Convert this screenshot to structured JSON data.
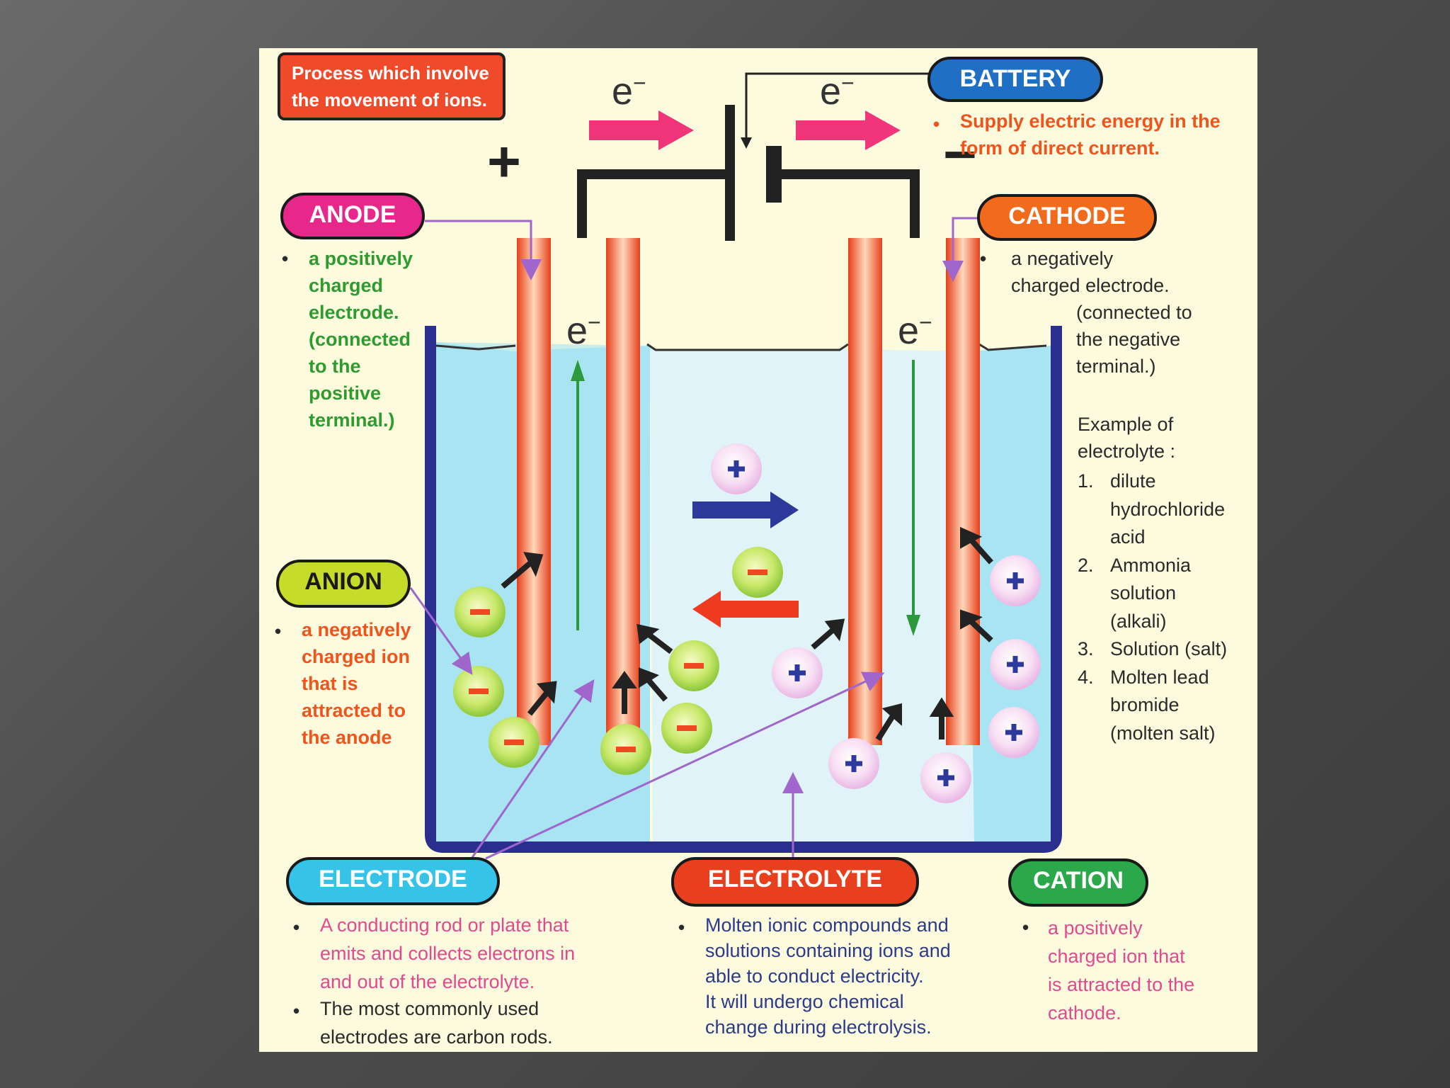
{
  "process_label": "Process which involve the movement of ions.",
  "electron_symbol": "e",
  "electron_sup": "−",
  "plus_sign": "+",
  "minus_sign": "−",
  "battery": {
    "title": "BATTERY",
    "desc": "Supply electric energy in the form of direct current."
  },
  "anode": {
    "title": "ANODE",
    "desc_lines": [
      "a positively",
      "charged",
      "electrode.",
      "(connected",
      "to the",
      "positive",
      "terminal.)"
    ]
  },
  "cathode": {
    "title": "CATHODE",
    "desc_lines": [
      "a negatively",
      "charged electrode."
    ],
    "desc_lines2": [
      "(connected to",
      "the negative",
      "terminal.)"
    ]
  },
  "examples": {
    "title_lines": [
      "Example of",
      "electrolyte :"
    ],
    "items": [
      {
        "num": "1.",
        "lines": [
          "dilute",
          "hydrochloride",
          "acid"
        ]
      },
      {
        "num": "2.",
        "lines": [
          "Ammonia",
          "solution",
          "(alkali)"
        ]
      },
      {
        "num": "3.",
        "lines": [
          "Solution (salt)"
        ]
      },
      {
        "num": "4.",
        "lines": [
          "Molten lead",
          "bromide",
          "(molten salt)"
        ]
      }
    ]
  },
  "anion": {
    "title": "ANION",
    "desc_lines": [
      "a negatively",
      "charged ion",
      "that is",
      "attracted to",
      "the anode"
    ]
  },
  "electrode": {
    "title": "ELECTRODE",
    "desc1_lines": [
      "A conducting rod or plate that",
      "emits and collects electrons in",
      "and out of the electrolyte."
    ],
    "desc2_lines": [
      "The most commonly used",
      "electrodes are carbon rods."
    ]
  },
  "electrolyte": {
    "title": "ELECTROLYTE",
    "desc_lines": [
      "Molten ionic compounds and",
      "solutions containing ions and",
      "able to conduct electricity.",
      "It will undergo chemical",
      "change during electrolysis."
    ]
  },
  "cation": {
    "title": "CATION",
    "desc_lines": [
      "a positively",
      "charged ion that",
      "is attracted to the",
      "cathode."
    ]
  },
  "colors": {
    "battery_pill": "#1f6fc4",
    "anode_pill": "#e8278a",
    "cathode_pill": "#f26a1b",
    "anion_pill": "#c6dc2a",
    "electrode_pill": "#35c4e8",
    "electrolyte_pill": "#e8401f",
    "cation_pill": "#2aa84a",
    "anode_text": "#2f9a2f",
    "battery_text": "#f0541e",
    "anion_text": "#f0541e",
    "pink_text": "#e4488f",
    "blue_text": "#2c3a8c",
    "dark_text": "#2a2a2a",
    "electrolyte_fill": "#a8e4f2",
    "beaker": "#2a2f8f"
  }
}
